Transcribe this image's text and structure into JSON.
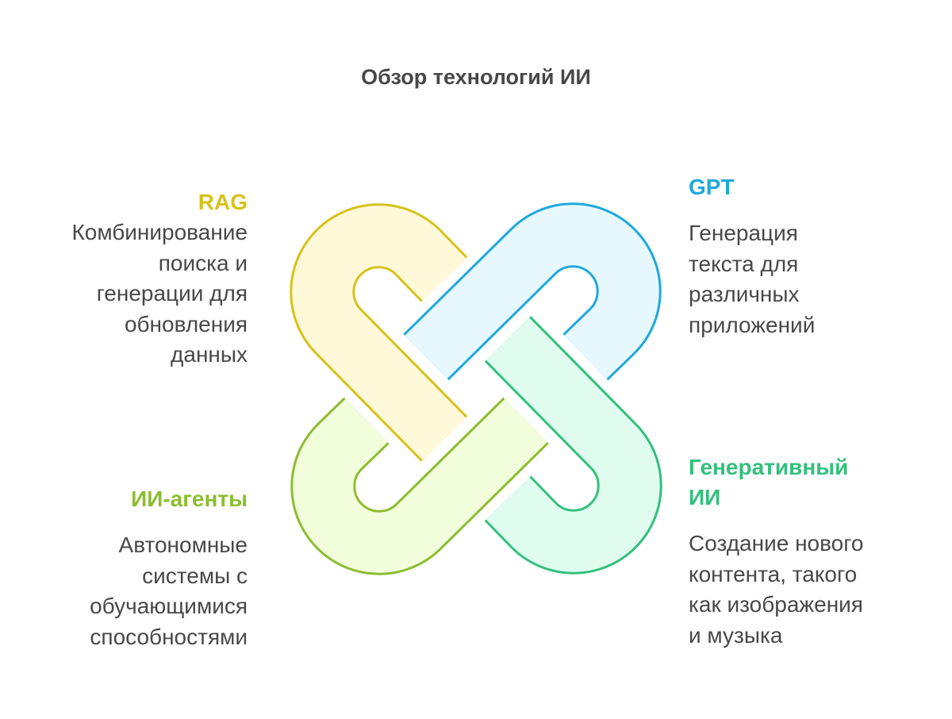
{
  "title": "Обзор технологий ИИ",
  "colors": {
    "text": "#484848",
    "rag": "#d7c21b",
    "gpt": "#1fa8db",
    "agents": "#8dbd30",
    "genai": "#33c07d"
  },
  "items": [
    {
      "key": "rag",
      "heading": "RAG",
      "description_lines": [
        "Комбинирование",
        "поиска и",
        "генерации для",
        "обновления",
        "данных"
      ]
    },
    {
      "key": "gpt",
      "heading": "GPT",
      "description_lines": [
        "Генерация",
        "текста для",
        "различных",
        "приложений"
      ]
    },
    {
      "key": "agents",
      "heading": "ИИ-агенты",
      "description_lines": [
        "Автономные",
        "системы с",
        "обучающимися",
        "способностями"
      ]
    },
    {
      "key": "genai",
      "heading_lines": [
        "Генеративный",
        "ИИ"
      ],
      "description_lines": [
        "Создание нового",
        "контента, такого",
        "как изображения",
        "и музыка"
      ]
    }
  ]
}
